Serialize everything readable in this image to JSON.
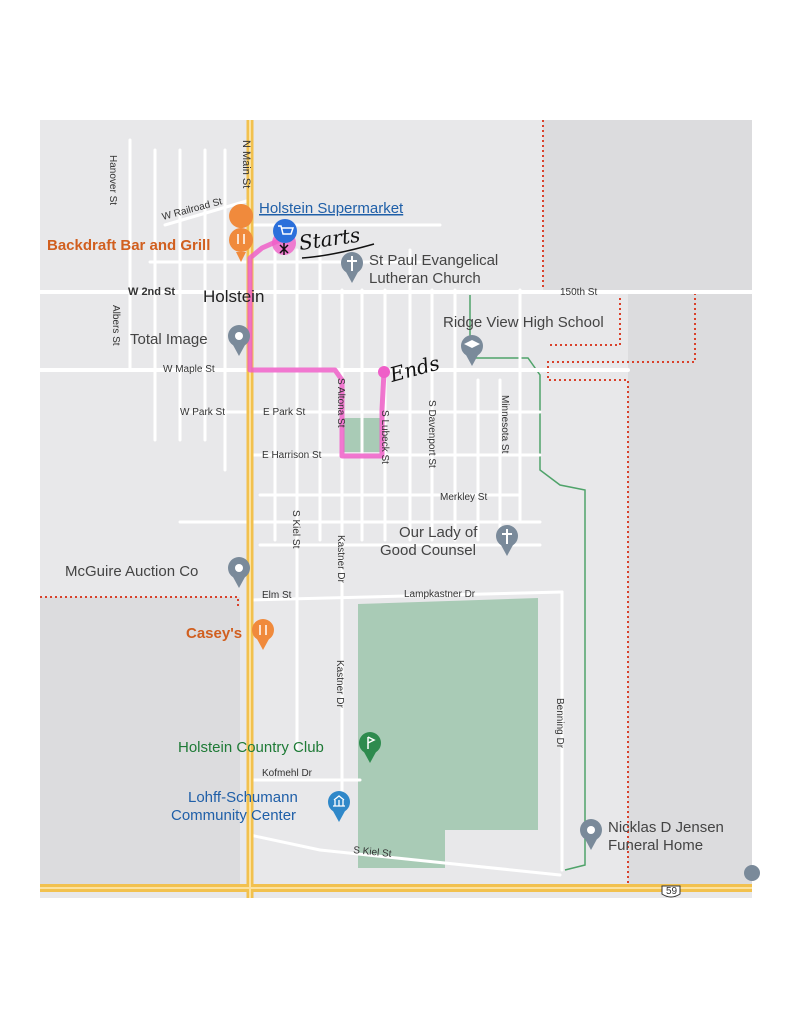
{
  "map": {
    "town_label": "Holstein",
    "streets": {
      "n_main": "N Main St",
      "hanover": "Hanover St",
      "w_railroad": "W Railroad St",
      "w_2nd": "W 2nd St",
      "st_150": "150th St",
      "albers": "Albers St",
      "w_maple": "W Maple St",
      "w_park": "W Park St",
      "e_park": "E Park St",
      "s_altona": "S Altona St",
      "s_lubeck": "S Lubeck St",
      "s_davenport": "S Davenport St",
      "minnesota": "Minnesota St",
      "e_harrison": "E Harrison St",
      "merkley": "Merkley St",
      "s_kiel": "S Kiel St",
      "kastner_1": "Kastner Dr",
      "kastner_2": "Kastner Dr",
      "elm": "Elm St",
      "lampkastner": "Lampkastner Dr",
      "benning": "Benning Dr",
      "kofmehl": "Kofmehl Dr",
      "s_kiel_bottom": "S Kiel St",
      "highway_shield": "59"
    },
    "places": {
      "supermarket": "Holstein Supermarket",
      "bar": "Backdraft Bar and Grill",
      "church_1": "St Paul Evangelical",
      "church_2": "Lutheran Church",
      "total_image": "Total Image",
      "high_school": "Ridge View High School",
      "lady_1": "Our Lady of",
      "lady_2": "Good Counsel",
      "mcguire": "McGuire Auction Co",
      "caseys": "Casey's",
      "country_club": "Holstein Country Club",
      "community_1": "Lohff-Schumann",
      "community_2": "Community Center",
      "funeral_1": "Nicklas D Jensen",
      "funeral_2": "Funeral Home"
    },
    "annotations": {
      "start": "Starts",
      "end": "Ends"
    },
    "colors": {
      "background": "#e8e8ea",
      "road": "#ffffff",
      "highway": "#f2c14e",
      "route": "#ef5fc8",
      "park": "#a9cbb6",
      "boundary": "#d9412b",
      "trail": "#4fa36a"
    },
    "icons": [
      "cart-icon",
      "restaurant-icon",
      "cross-icon",
      "pin-icon",
      "graduation-cap-icon",
      "golf-icon",
      "building-icon"
    ]
  }
}
